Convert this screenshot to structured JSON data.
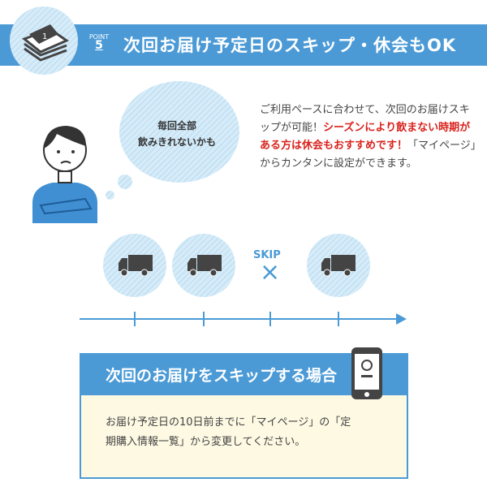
{
  "header": {
    "point_label": "POINT",
    "point_number": "5",
    "title": "次回お届け予定日のスキップ・休会もOK"
  },
  "thought": {
    "line1": "毎回全部",
    "line2": "飲みきれないかも"
  },
  "description": {
    "text1": "ご利用ペースに合わせて、次回のお届けスキップが可能！",
    "red": "シーズンにより飲まない時期がある方は休会もおすすめです！",
    "text2": "「マイページ」からカンタンに設定ができます。"
  },
  "timeline": {
    "skip_label": "SKIP",
    "skip_mark": "×"
  },
  "box": {
    "title": "次回のお届けをスキップする場合",
    "body": "お届け予定日の10日前までに「マイページ」の「定期購入情報一覧」から変更してください。"
  },
  "colors": {
    "accent": "#4b9ad6",
    "red": "#d9221c",
    "box_bg": "#fdf9e3"
  }
}
